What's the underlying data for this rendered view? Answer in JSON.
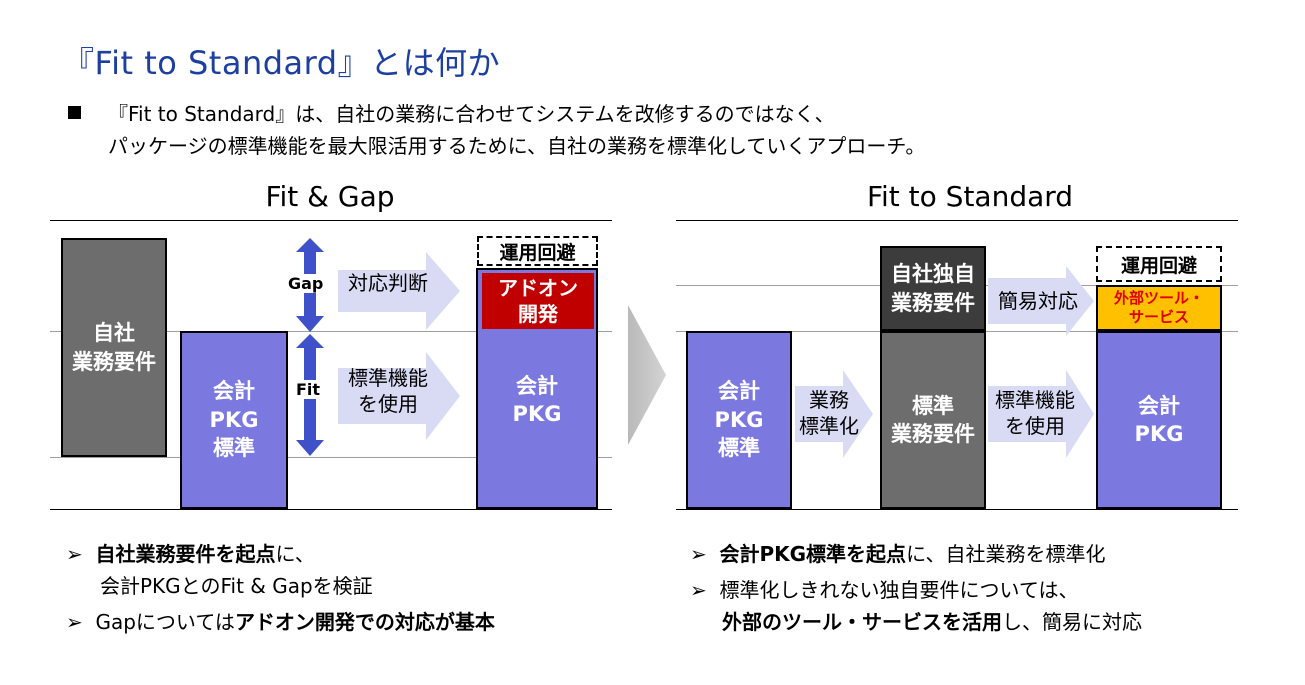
{
  "title": "『Fit to Standard』とは何か",
  "intro": {
    "line1": "『Fit to Standard』は、自社の業務に合わせてシステムを改修するのではなく、",
    "line2": "パッケージの標準機能を最大限活用するために、自社の業務を標準化していくアプローチ。"
  },
  "left": {
    "heading": "Fit & Gap",
    "own_requirements": "自社\n業務要件",
    "pkg_standard": "会計\nPKG\n標準",
    "gap_label": "Gap",
    "fit_label": "Fit",
    "judge_label": "対応判断",
    "use_label": "標準機能\nを使用",
    "avoid_label": "運用回避",
    "addon_label": "アドオン\n開発",
    "pkg_label": "会計\nPKG",
    "bullets": [
      {
        "strong": "自社業務要件を起点",
        "rest": "に、"
      },
      {
        "cont": "会計PKGとのFit & Gapを検証"
      },
      {
        "pre": "Gapについては",
        "strong": "アドオン開発での対応が基本"
      }
    ]
  },
  "right": {
    "heading": "Fit to Standard",
    "pkg_standard": "会計\nPKG\n標準",
    "standardize_label": "業務\n標準化",
    "own_unique": "自社独自\n業務要件",
    "std_requirements": "標準\n業務要件",
    "simple_label": "簡易対応",
    "use_label": "標準機能\nを使用",
    "avoid_label": "運用回避",
    "external_label": "外部ツール・\nサービス",
    "pkg_label": "会計\nPKG",
    "bullets": [
      {
        "strong": "会計PKG標準を起点",
        "rest": "に、自社業務を標準化"
      },
      {
        "pre": "標準化しきれない独自要件については、"
      },
      {
        "strong": "外部のツール・サービスを活用",
        "rest": "し、簡易に対応"
      }
    ]
  },
  "colors": {
    "title": "#1c3fa0",
    "purple": "#7b79e0",
    "grey": "#6d6d6d",
    "dark": "#3c3c3c",
    "red": "#c00000",
    "orange": "#ffc000",
    "arrow_blue": "#3f51c8",
    "arrow_light": "#d9dbf4"
  }
}
